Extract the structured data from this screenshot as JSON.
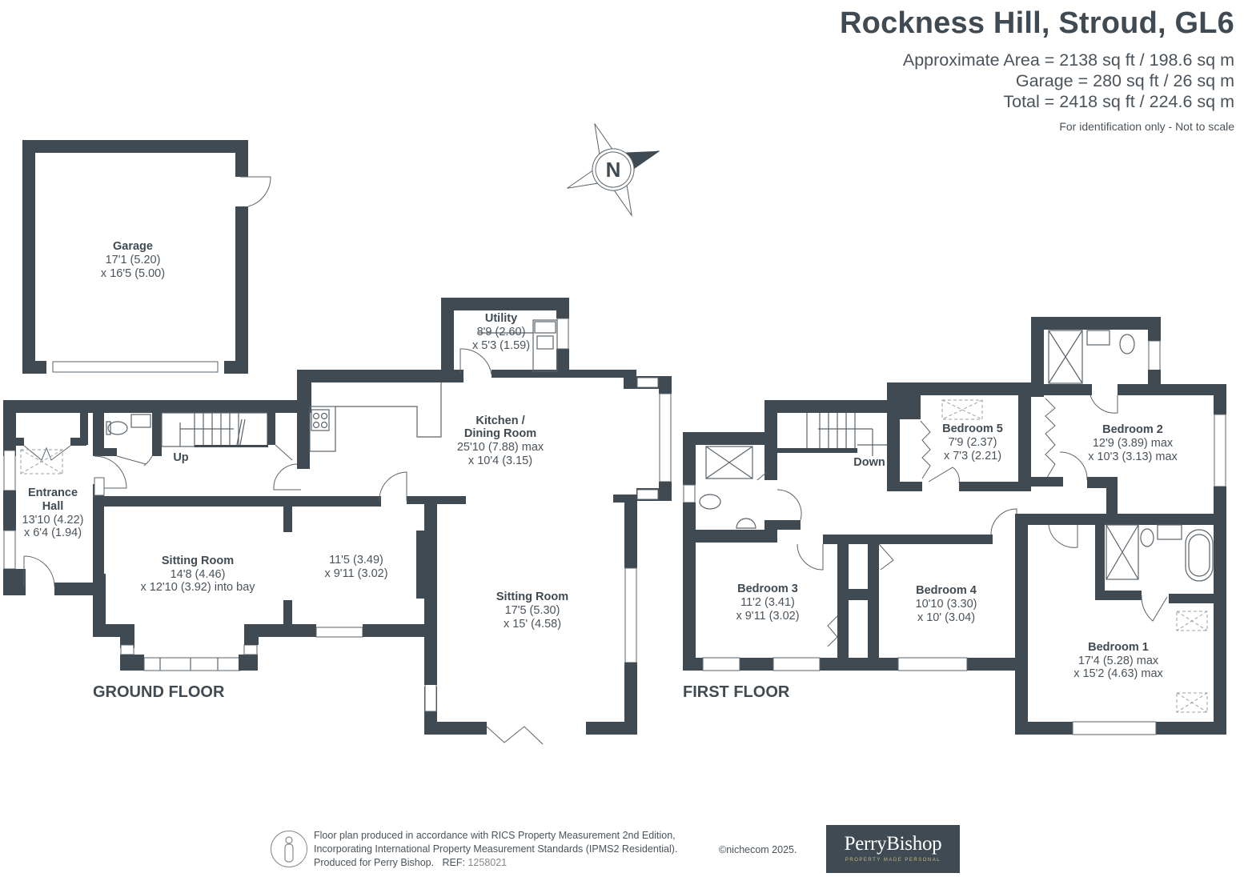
{
  "header": {
    "title": "Rockness Hill, Stroud, GL6",
    "areas": [
      "Approximate Area = 2138 sq ft / 198.6 sq m",
      "Garage = 280 sq ft / 26 sq m",
      "Total = 2418 sq ft / 224.6 sq m"
    ],
    "disclaimer": "For identification only - Not to scale"
  },
  "compass": {
    "icon": "north-arrow-compass-icon",
    "label": "N"
  },
  "floors": {
    "ground": {
      "label": "GROUND FLOOR",
      "rooms": {
        "garage": {
          "name": "Garage",
          "dim1": "17'1 (5.20)",
          "dim2": "x 16'5 (5.00)"
        },
        "entrance_hall": {
          "name": "Entrance",
          "name2": "Hall",
          "dim1": "13'10 (4.22)",
          "dim2": "x 6'4 (1.94)"
        },
        "sitting_room_1": {
          "name": "Sitting Room",
          "dim1": "14'8 (4.46)",
          "dim2": "x 12'10 (3.92) into bay"
        },
        "sitting_room_1_ext": {
          "dim1": "11'5 (3.49)",
          "dim2": "x 9'11 (3.02)"
        },
        "utility": {
          "name": "Utility",
          "dim1": "8'9 (2.60)",
          "dim2": "x 5'3 (1.59)"
        },
        "kitchen": {
          "name": "Kitchen /",
          "name2": "Dining Room",
          "dim1": "25'10 (7.88) max",
          "dim2": "x 10'4 (3.15)"
        },
        "sitting_room_2": {
          "name": "Sitting Room",
          "dim1": "17'5 (5.30)",
          "dim2": "x 15' (4.58)"
        }
      },
      "stairs_label": "Up"
    },
    "first": {
      "label": "FIRST FLOOR",
      "rooms": {
        "bedroom_5": {
          "name": "Bedroom 5",
          "dim1": "7'9 (2.37)",
          "dim2": "x 7'3 (2.21)"
        },
        "bedroom_2": {
          "name": "Bedroom 2",
          "dim1": "12'9 (3.89) max",
          "dim2": "x 10'3 (3.13) max"
        },
        "bedroom_3": {
          "name": "Bedroom 3",
          "dim1": "11'2 (3.41)",
          "dim2": "x 9'11 (3.02)"
        },
        "bedroom_4": {
          "name": "Bedroom 4",
          "dim1": "10'10 (3.30)",
          "dim2": "x 10' (3.04)"
        },
        "bedroom_1": {
          "name": "Bedroom 1",
          "dim1": "17'4 (5.28) max",
          "dim2": "x 15'2 (4.63) max"
        }
      },
      "stairs_label": "Down"
    }
  },
  "footer": {
    "lines": [
      "Floor plan produced in accordance with RICS Property Measurement 2nd Edition,",
      "Incorporating International Property Measurement Standards (IPMS2 Residential)."
    ],
    "produced_for": "Produced for Perry Bishop.",
    "ref_label": "REF:",
    "ref_value": "1258021",
    "copyright": "©nichecom 2025."
  },
  "logo": {
    "name": "PerryBishop",
    "tagline": "PROPERTY MADE PERSONAL"
  },
  "colors": {
    "wall": "#3f4a53",
    "text": "#3f4a53",
    "logo_bg": "#3f4a53",
    "logo_tagline": "#c9b98a"
  }
}
